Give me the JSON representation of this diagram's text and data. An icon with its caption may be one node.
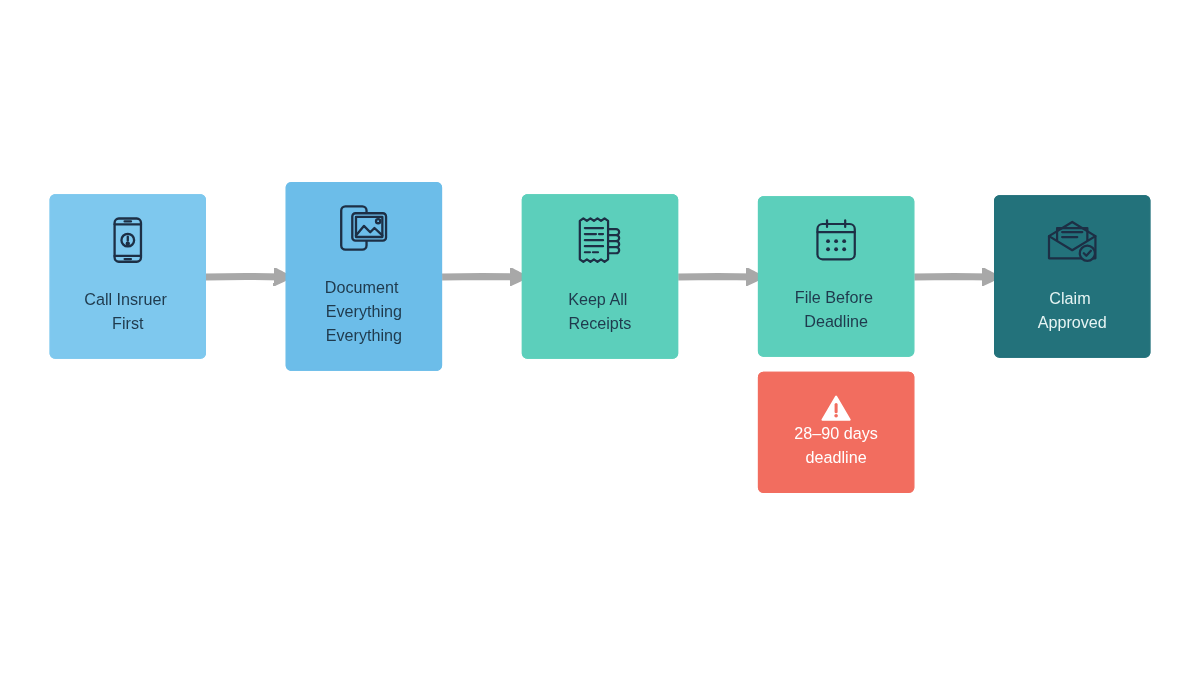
{
  "diagram": {
    "nodes": [
      {
        "text": [
          "Call Insruer First"
        ]
      },
      {
        "text": [
          "Document Everything",
          "Everything"
        ]
      },
      {
        "text": [
          "Keep All Receipts"
        ]
      },
      {
        "text": [
          "File Before Deadline"
        ]
      },
      {
        "text": [
          "Claim Approved"
        ]
      },
      {
        "text": [
          "28–90 days deadline"
        ]
      }
    ],
    "edges": [
      {
        "from": 0,
        "to": 1,
        "arrow": "to"
      },
      {
        "from": 1,
        "to": 2,
        "arrow": "to"
      },
      {
        "from": 2,
        "to": 3,
        "arrow": "to"
      },
      {
        "from": 3,
        "to": 4,
        "arrow": "to"
      }
    ]
  }
}
